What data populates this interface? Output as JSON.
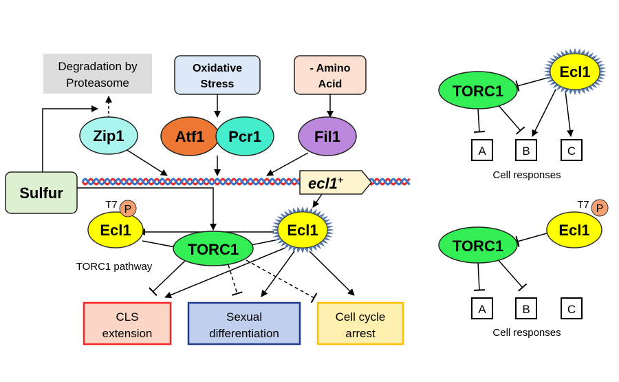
{
  "nodes": {
    "degradation": {
      "line1": "Degradation by",
      "line2": "Proteasome"
    },
    "oxidative": {
      "line1": "Oxidative",
      "line2": "Stress"
    },
    "amino": {
      "line1": "- Amino",
      "line2": "Acid"
    },
    "zip1": "Zip1",
    "atf1": "Atf1",
    "pcr1": "Pcr1",
    "fil1": "Fil1",
    "sulfur": "Sulfur",
    "ecl1_gene": "ecl1",
    "ecl1_gene_sup": "+",
    "ecl1_star": "Ecl1",
    "ecl1_p": "Ecl1",
    "t7": "T7",
    "p": "P",
    "torc1": "TORC1",
    "torc1_pathway": "TORC1 pathway",
    "cls": {
      "line1": "CLS",
      "line2": "extension"
    },
    "sexual": {
      "line1": "Sexual",
      "line2": "differentiation"
    },
    "cellcycle": {
      "line1": "Cell cycle",
      "line2": "arrest"
    }
  },
  "panel_top": {
    "torc1": "TORC1",
    "ecl1": "Ecl1",
    "a": "A",
    "b": "B",
    "c": "C",
    "caption": "Cell responses"
  },
  "panel_bottom": {
    "torc1": "TORC1",
    "ecl1": "Ecl1",
    "t7": "T7",
    "p": "P",
    "a": "A",
    "b": "B",
    "c": "C",
    "caption": "Cell responses"
  },
  "colors": {
    "green": "#33ee55",
    "yellow": "#ffff00",
    "orange": "#ee7733",
    "teal": "#44eecc",
    "purple": "#bb88dd",
    "zip1": "#aaf5ee",
    "sulfur": "#ddf0d0",
    "degradation": "#dddddd",
    "oxidative": "#dde9f7",
    "amino": "#fbe0cf",
    "gene": "#fff4d0",
    "cls_fill": "#fbd5c5",
    "cls_border": "#ff2222",
    "sexual_fill": "#c0cfee",
    "sexual_border": "#1f3a8a",
    "cellcycle_fill": "#fff0b0",
    "cellcycle_border": "#ffc000",
    "p_badge": "#f4a070",
    "star_spikes": "#5577aa",
    "dna_red": "#e03030",
    "dna_blue": "#3377cc"
  }
}
